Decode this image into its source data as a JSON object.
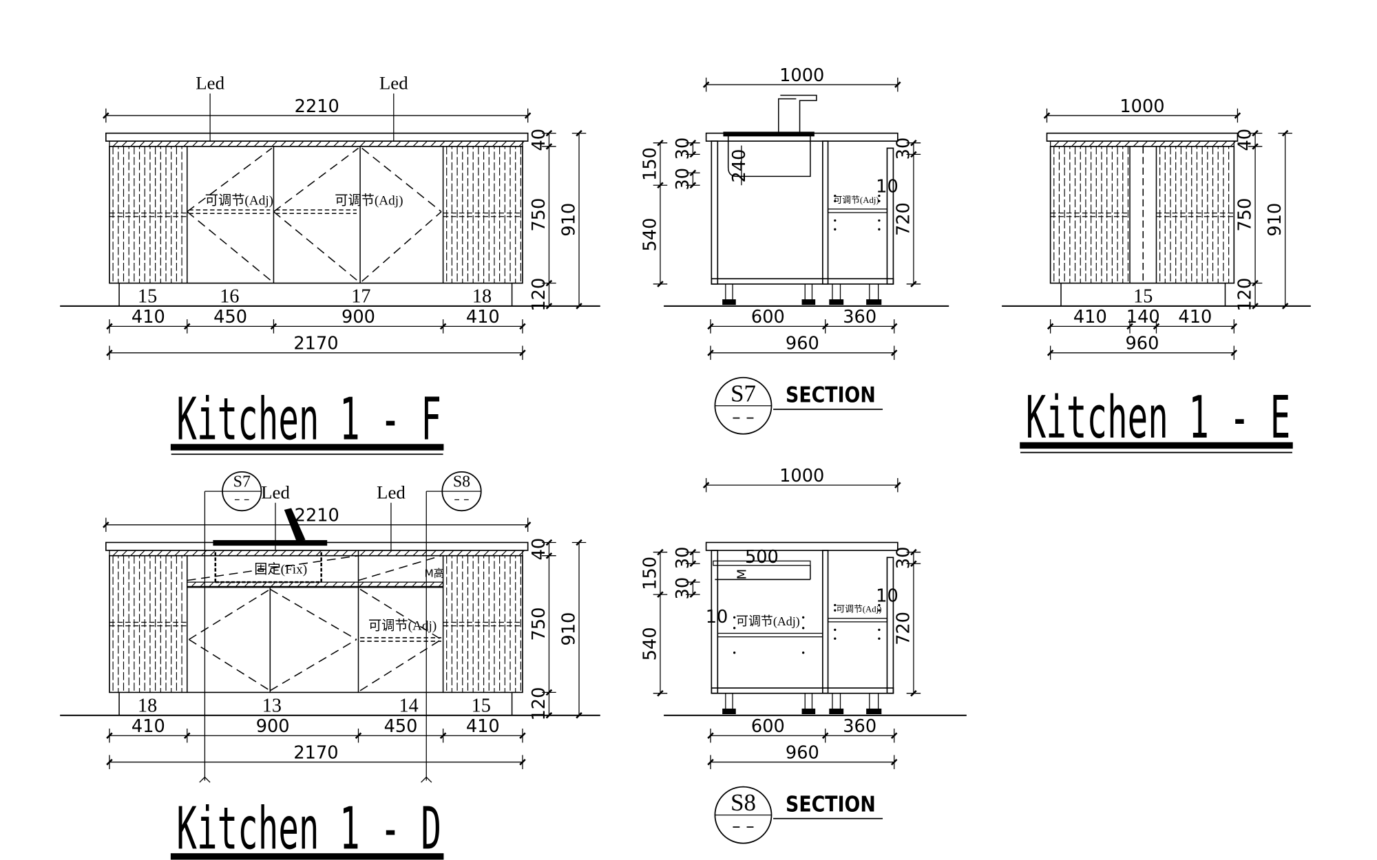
{
  "views": {
    "f": {
      "title": "Kitchen 1 - F",
      "led": [
        "Led",
        "Led"
      ],
      "overall_top": "2210",
      "heights": [
        "40",
        "750",
        "120"
      ],
      "total_height": "910",
      "panel_numbers": [
        "15",
        "16",
        "17",
        "18"
      ],
      "widths": [
        "410",
        "450",
        "900",
        "410"
      ],
      "overall_bottom": "2170",
      "adj_labels": [
        "可调节(Adj)",
        "可调节(Adj)"
      ]
    },
    "d": {
      "title": "Kitchen 1 - D",
      "led": [
        "Led",
        "Led"
      ],
      "overall_top": "2210",
      "heights": [
        "40",
        "750",
        "120"
      ],
      "total_height": "910",
      "panel_numbers": [
        "18",
        "13",
        "14",
        "15"
      ],
      "widths": [
        "410",
        "900",
        "450",
        "410"
      ],
      "overall_bottom": "2170",
      "fix_label": "固定(Fix)",
      "adj_label": "可调节(Adj)",
      "height_label": "M高",
      "markers": [
        {
          "id": "S7",
          "sub": "– –"
        },
        {
          "id": "S8",
          "sub": "– –"
        }
      ]
    },
    "e": {
      "title": "Kitchen 1 - E",
      "overall_top": "1000",
      "heights": [
        "40",
        "750",
        "120"
      ],
      "total_height": "910",
      "panel_number": "15",
      "widths": [
        "410",
        "140",
        "410"
      ],
      "overall_bottom": "960"
    },
    "s7": {
      "marker": "S7",
      "marker_sub": "– –",
      "label": "SECTION",
      "top_width": "1000",
      "widths": [
        "600",
        "360"
      ],
      "overall_bottom": "960",
      "left_dims": [
        "150",
        "540"
      ],
      "small_dims": [
        "30",
        "30"
      ],
      "sink_depth": "240",
      "right_dims": [
        "30",
        "720"
      ],
      "gap": "10",
      "adj_label": "可调节(Adj)"
    },
    "s8": {
      "marker": "S8",
      "marker_sub": "– –",
      "label": "SECTION",
      "top_width": "1000",
      "widths": [
        "600",
        "360"
      ],
      "overall_bottom": "960",
      "left_dims": [
        "150",
        "540"
      ],
      "small_dims": [
        "30",
        "30"
      ],
      "drawer": "500",
      "drawer_mark": "M",
      "right_dims": [
        "30",
        "720"
      ],
      "gaps": [
        "10",
        "10"
      ],
      "adj_labels": [
        "可调节(Adj)",
        "可调节(Adj)"
      ]
    }
  },
  "colors": {
    "line": "#000000",
    "dimension_text": "#000000",
    "background": "#ffffff"
  }
}
